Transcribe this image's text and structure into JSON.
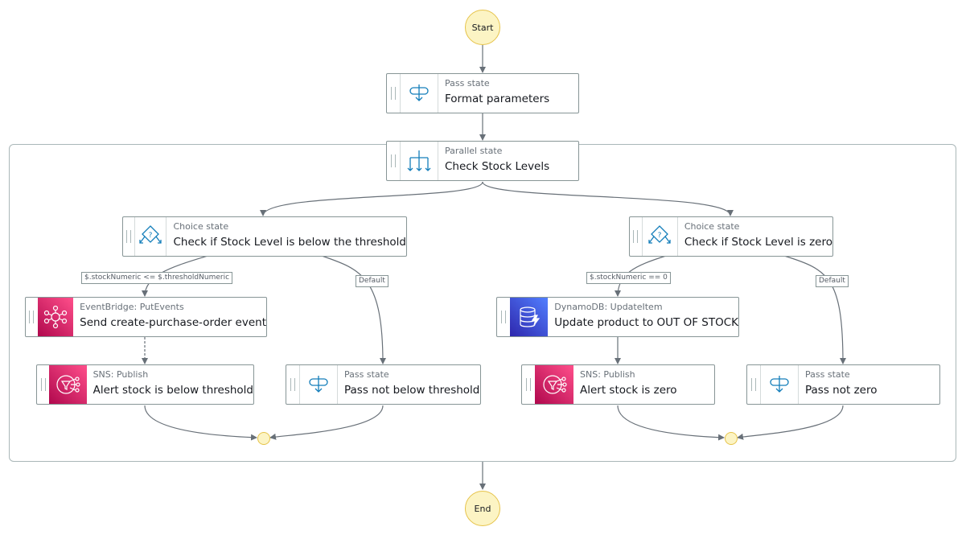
{
  "start_label": "Start",
  "end_label": "End",
  "nodes": {
    "format": {
      "type": "Pass state",
      "name": "Format parameters",
      "icon": "pass-icon"
    },
    "parallel": {
      "type": "Parallel state",
      "name": "Check Stock Levels",
      "icon": "parallel-icon"
    },
    "choice_left": {
      "type": "Choice state",
      "name": "Check if Stock Level is below the threshold",
      "icon": "choice-icon"
    },
    "choice_right": {
      "type": "Choice state",
      "name": "Check if Stock Level is zero",
      "icon": "choice-icon"
    },
    "eventbridge": {
      "type": "EventBridge: PutEvents",
      "name": "Send create-purchase-order event",
      "icon": "eventbridge-icon"
    },
    "sns_left": {
      "type": "SNS: Publish",
      "name": "Alert stock is below threshold",
      "icon": "sns-icon"
    },
    "pass_left": {
      "type": "Pass state",
      "name": "Pass not below threshold",
      "icon": "pass-icon"
    },
    "dynamodb": {
      "type": "DynamoDB: UpdateItem",
      "name": "Update product to OUT OF STOCK",
      "icon": "dynamodb-icon"
    },
    "sns_right": {
      "type": "SNS: Publish",
      "name": "Alert stock is zero",
      "icon": "sns-icon"
    },
    "pass_right": {
      "type": "Pass state",
      "name": "Pass not zero",
      "icon": "pass-icon"
    }
  },
  "conditions": {
    "left_rule": "$.stockNumeric <= $.thresholdNumeric",
    "left_default": "Default",
    "right_rule": "$.stockNumeric == 0",
    "right_default": "Default"
  },
  "colors": {
    "terminal_fill": "#fcf4c4",
    "edge": "#687078",
    "node_border": "#879596",
    "pink_icon": "#e7157b",
    "blue_icon": "#3b48cc",
    "icon_stroke": "#147eba"
  }
}
